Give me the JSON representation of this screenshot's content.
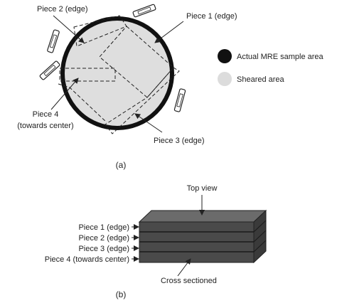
{
  "panel_a": {
    "labels": {
      "piece2": "Piece 2 (edge)",
      "piece1": "Piece 1 (edge)",
      "piece4_line1": "Piece 4",
      "piece4_line2": "(towards center)",
      "piece3": "Piece 3 (edge)"
    },
    "legend": {
      "actual": "Actual MRE sample area",
      "sheared": "Sheared area"
    },
    "caption": "(a)"
  },
  "panel_b": {
    "top_view": "Top view",
    "cross_sectioned": "Cross sectioned",
    "layers": [
      "Piece 1 (edge)",
      "Piece 2 (edge)",
      "Piece 3 (edge)",
      "Piece 4 (towards center)"
    ],
    "caption": "(b)"
  },
  "colors": {
    "circle_border": "#111111",
    "sheared_fill": "#dedede",
    "block_dark": "#4a4a4a",
    "block_top": "#6b6b6b",
    "block_side": "#3a3a3a"
  }
}
